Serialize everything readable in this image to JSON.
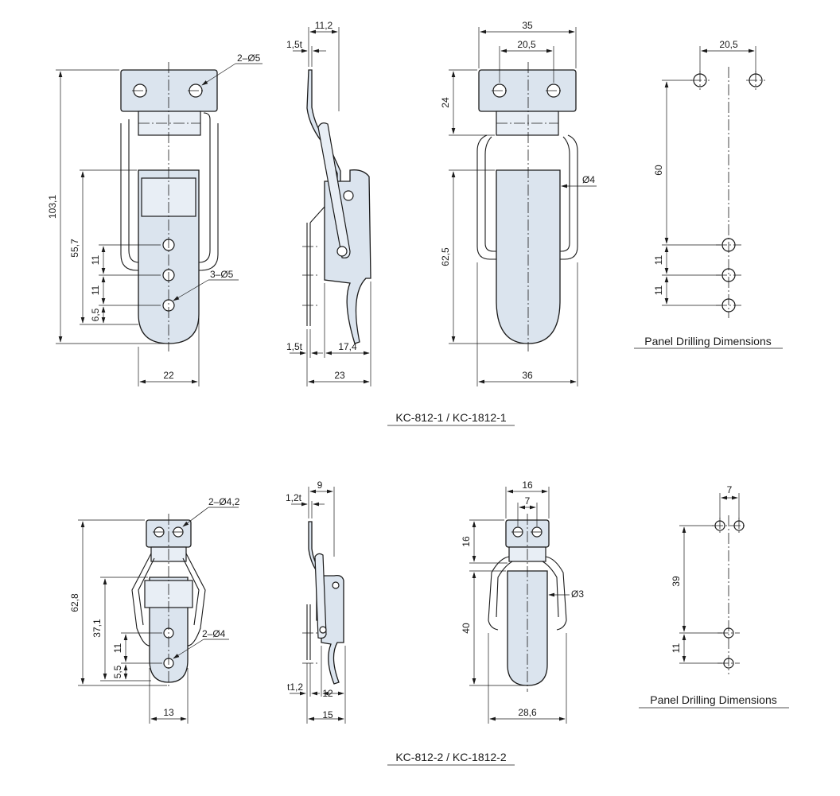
{
  "models": {
    "top": "KC-812-1 / KC-1812-1",
    "bottom": "KC-812-2 / KC-1812-2"
  },
  "captions": {
    "panel_top": "Panel Drilling Dimensions",
    "panel_bottom": "Panel Drilling Dimensions"
  },
  "top": {
    "front": {
      "holes_top": "2–Ø5",
      "holes_lower": "3–Ø5",
      "overall_h": "103,1",
      "h557": "55,7",
      "h11a": "11",
      "h11b": "11",
      "h65": "6,5",
      "w22": "22"
    },
    "side": {
      "w112": "11,2",
      "t15a": "1,5t",
      "t15b": "1,5t",
      "w174": "17,4",
      "w23": "23"
    },
    "back": {
      "w35": "35",
      "w205": "20,5",
      "h24": "24",
      "hole": "Ø4",
      "h625": "62,5",
      "w36": "36"
    },
    "panel": {
      "w205": "20,5",
      "h60": "60",
      "h11a": "11",
      "h11b": "11"
    }
  },
  "bottom": {
    "front": {
      "holes_top": "2–Ø4,2",
      "holes_lower": "2–Ø4",
      "overall_h": "62,8",
      "h371": "37,1",
      "h11": "11",
      "h55": "5,5",
      "w13": "13"
    },
    "side": {
      "w9": "9",
      "t12a": "1,2t",
      "t12b": "t1,2",
      "w12": "12",
      "w15": "15"
    },
    "back": {
      "w16": "16",
      "w7": "7",
      "h16": "16",
      "hole": "Ø3",
      "h40": "40",
      "w286": "28,6"
    },
    "panel": {
      "w7": "7",
      "h39": "39",
      "h11": "11"
    }
  }
}
